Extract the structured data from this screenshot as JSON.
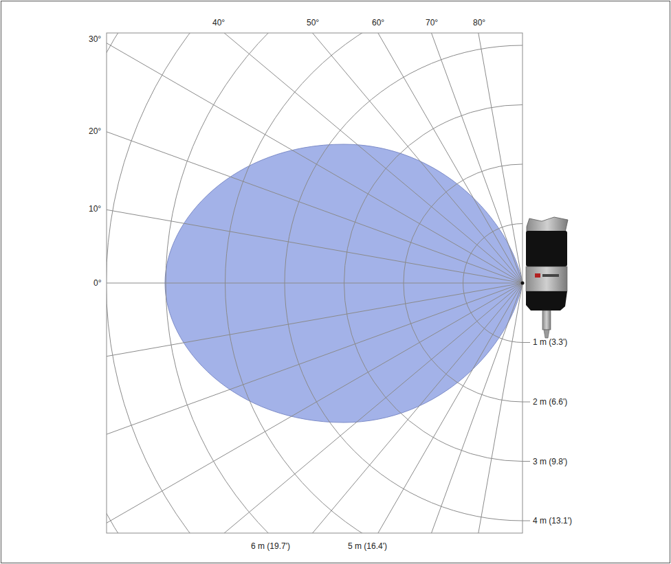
{
  "diagram": {
    "labels": [
      "40°",
      "50°",
      "60°",
      "70°",
      "80°",
      "30°",
      "20°",
      "10°",
      "0°",
      "1 m (3.3')",
      "2 m (6.6')",
      "3 m (9.8')",
      "4 m (13.1')",
      "6 m (19.7')",
      "5 m (16.4')"
    ]
  }
}
